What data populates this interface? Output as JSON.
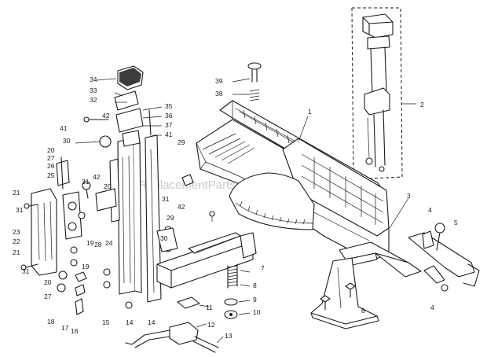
{
  "watermark": "eReplacementParts.com",
  "callouts": [
    "1",
    "2",
    "3",
    "4",
    "4",
    "5",
    "6",
    "7",
    "8",
    "9",
    "10",
    "11",
    "12",
    "13",
    "14",
    "14",
    "15",
    "16",
    "17",
    "18",
    "19",
    "19",
    "20",
    "20",
    "20",
    "21",
    "21",
    "22",
    "23",
    "24",
    "25",
    "26",
    "27",
    "27",
    "28",
    "29",
    "29",
    "30",
    "30",
    "31",
    "31",
    "31",
    "31",
    "32",
    "33",
    "34",
    "35",
    "36",
    "37",
    "38",
    "39",
    "41",
    "41",
    "42",
    "42",
    "42"
  ]
}
